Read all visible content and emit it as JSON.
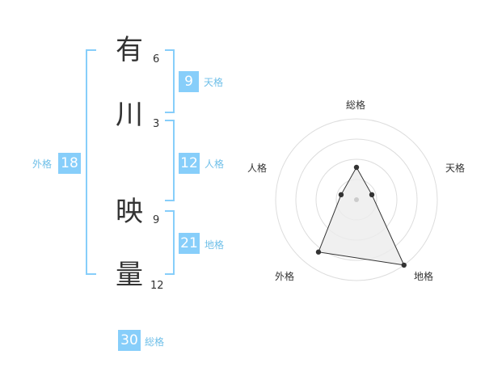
{
  "colors": {
    "accent": "#87cefa",
    "accent_text": "#6fbfe8",
    "text": "#333333",
    "ring": "#dddddd",
    "fill": "#ececec",
    "marker": "#333333"
  },
  "name": {
    "chars": [
      {
        "char": "有",
        "strokes": "6"
      },
      {
        "char": "川",
        "strokes": "3"
      },
      {
        "char": "映",
        "strokes": "9"
      },
      {
        "char": "量",
        "strokes": "12"
      }
    ]
  },
  "fortunes": {
    "ten": {
      "value": "9",
      "label": "天格"
    },
    "jin": {
      "value": "12",
      "label": "人格"
    },
    "chi": {
      "value": "21",
      "label": "地格"
    },
    "gai": {
      "value": "18",
      "label": "外格"
    },
    "sou": {
      "value": "30",
      "label": "総格"
    }
  },
  "radar": {
    "axes": [
      "総格",
      "天格",
      "地格",
      "外格",
      "人格"
    ],
    "values": [
      0.4,
      0.2,
      1.0,
      0.8,
      0.2
    ],
    "max": 1.0,
    "rings": 4
  }
}
